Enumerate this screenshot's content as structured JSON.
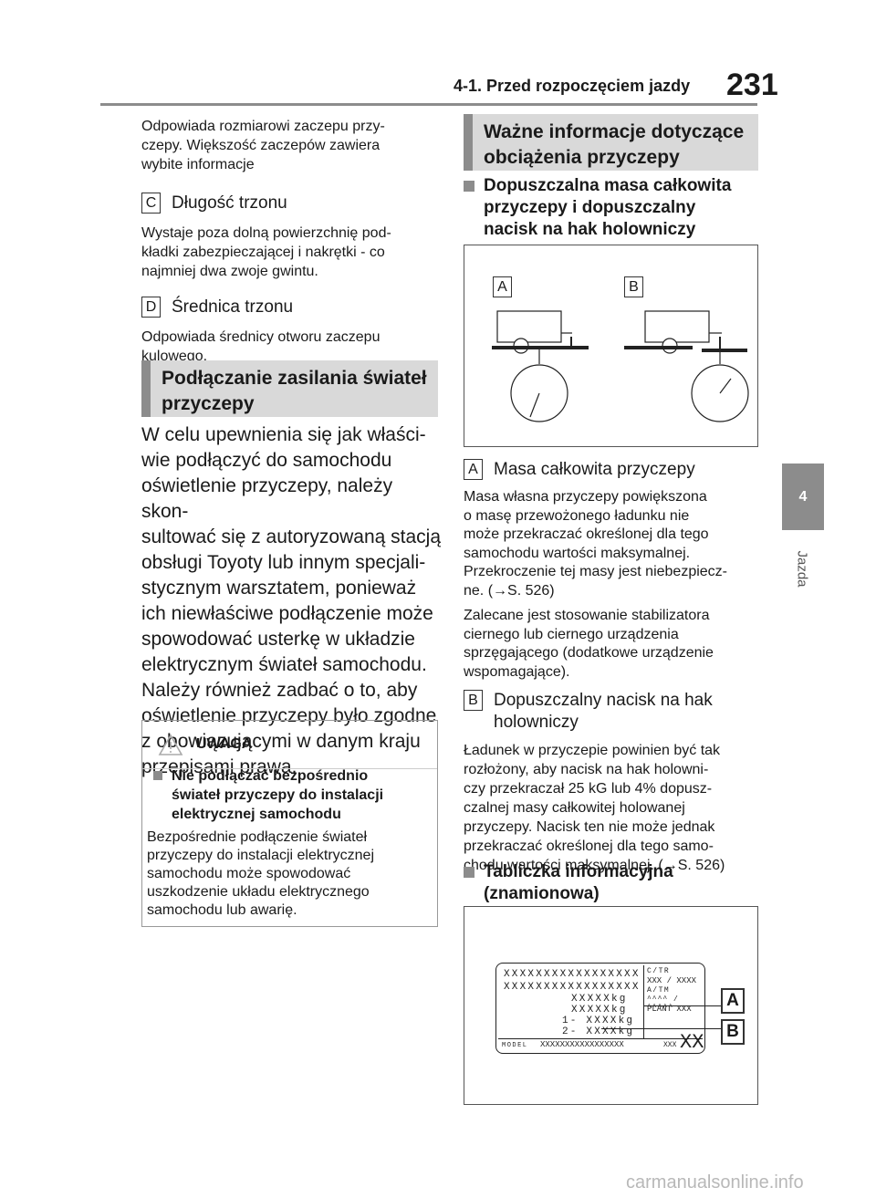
{
  "header": {
    "title": "4-1. Przed rozpoczęciem jazdy",
    "page": "231"
  },
  "tab": {
    "number": "4",
    "label": "Jazda"
  },
  "left": {
    "intro": "Odpowiada rozmiarowi zaczepu przy-\nczepy. Większość zaczepów zawiera\nwybite informacje",
    "c_letter": "C",
    "c_title": "Długość trzonu",
    "c_text": "Wystaje poza dolną powierzchnię pod-\nkładki zabezpieczającej i nakrętki - co\nnajmniej dwa zwoje gwintu.",
    "d_letter": "D",
    "d_title": "Średnica trzonu",
    "d_text": "Odpowiada średnicy otworu zaczepu\nkulowego.",
    "section_title": "Podłączanie zasilania świateł\nprzyczepy",
    "body": "W celu upewnienia się jak właści-\nwie podłączyć do samochodu\noświetlenie przyczepy, należy skon-\nsultować się z autoryzowaną stacją\nobsługi Toyoty lub innym specjali-\nstycznym warsztatem, ponieważ\nich niewłaściwe podłączenie może\nspowodować usterkę w układzie\nelektrycznym świateł samochodu.\nNależy również zadbać o to, aby\noświetlenie przyczepy było zgodne\nz obowiązującymi w danym kraju\nprzepisami prawa."
  },
  "warning": {
    "title": "UWAGA",
    "heading": "Nie podłączać bezpośrednio\nświateł przyczepy do instalacji\nelektrycznej samochodu",
    "text": "Bezpośrednie podłączenie świateł\nprzyczepy do instalacji elektrycznej\nsamochodu może spowodować\nuszkodzenie układu elektrycznego\nsamochodu lub awarię."
  },
  "right": {
    "section_title": "Ważne informacje dotyczące\nobciążenia przyczepy",
    "sub1": "Dopuszczalna masa całkowita\nprzyczepy i dopuszczalny\nnacisk na hak holowniczy",
    "fig1": {
      "label_a": "A",
      "label_b": "B"
    },
    "a_letter": "A",
    "a_title": "Masa całkowita przyczepy",
    "a_text1": "Masa własna przyczepy powiększona\no masę przewożonego ładunku nie\nmoże przekraczać określonej dla tego\nsamochodu wartości maksymalnej.\nPrzekroczenie tej masy jest niebezpiecz-\nne. (→S. 526)",
    "a_text2": "Zalecane jest stosowanie stabilizatora\nciernego lub ciernego urządzenia\nsprzęgającego (dodatkowe urządzenie\nwspomagające).",
    "b_letter": "B",
    "b_title": "Dopuszczalny nacisk na hak\nholowniczy",
    "b_text": "Ładunek w przyczepie powinien być tak\nrozłożony, aby nacisk na hak holowni-\nczy przekraczał 25 kG lub 4% dopusz-\nczalnej masy całkowitej holowanej\nprzyczepy. Nacisk ten nie może jednak\nprzekraczać określonej dla tego samo-\nchodu wartości maksymalnej. (→S. 526)",
    "sub2": "Tabliczka informacyjna\n(znamionowa)",
    "plate": {
      "row1": "XXXXXXXXXXXXXXXXX",
      "row2": "XXXXXXXXXXXXXXXXX",
      "kg1": "XXXXXkg",
      "kg2": "XXXXXkg",
      "kg3": "1- XXXXkg",
      "kg4": "2- XXXXkg",
      "ctr": "C/TR",
      "xxx1": "XXX   / XXXX",
      "atm": "A/TM",
      "plant": "PLANT XXX",
      "model": "MODEL",
      "model_val": "XXXXXXXXXXXXXXXXX",
      "tail_small": "XXX",
      "tail_big": "XX",
      "label_a": "A",
      "label_b": "B"
    }
  },
  "footer": {
    "watermark": "carmanualsonline.info"
  }
}
